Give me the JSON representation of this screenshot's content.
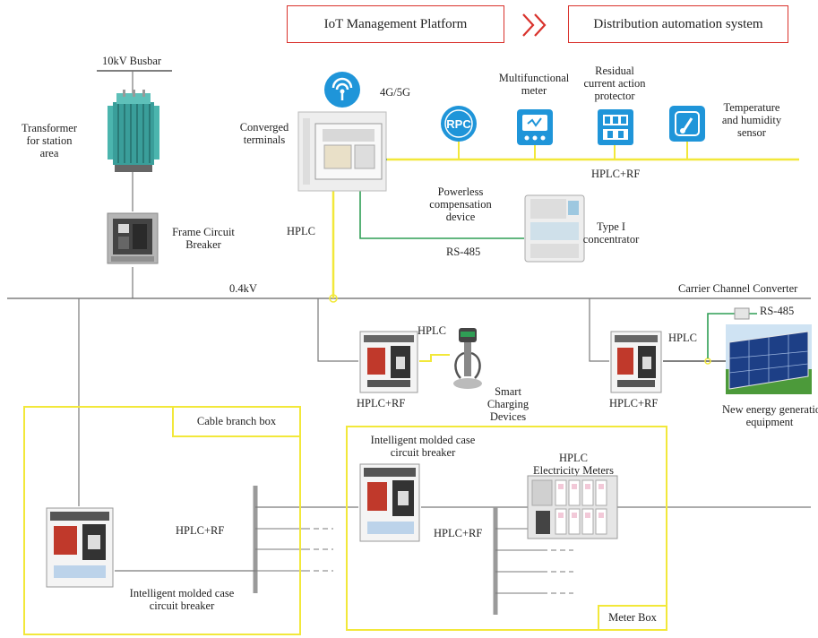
{
  "header": {
    "platform": "IoT Management Platform",
    "system": "Distribution automation system"
  },
  "labels": {
    "busbar": "10kV Busbar",
    "transformer": [
      "Transformer",
      "for station",
      "area"
    ],
    "frame_breaker": [
      "Frame Circuit",
      "Breaker"
    ],
    "converged": [
      "Converged",
      "terminals"
    ],
    "network": "4G/5G",
    "rpc_icon_text": "RPC",
    "multifunctional_meter": [
      "Multifunctional",
      "meter"
    ],
    "residual_protector": [
      "Residual",
      "current action",
      "protector"
    ],
    "temp_sensor": [
      "Temperature",
      "and humidity",
      "sensor"
    ],
    "hplc_rf_top": "HPLC+RF",
    "powerless_device": [
      "Powerless",
      "compensation",
      "device"
    ],
    "concentrator": [
      "Type I",
      "concentrator"
    ],
    "rs485_mid": "RS-485",
    "hplc_vertical": "HPLC",
    "voltage": "0.4kV",
    "carrier_converter": "Carrier Channel Converter",
    "rs485_right": "RS-485",
    "hplc_charging": "HPLC",
    "hplc_rf_charging": "HPLC+RF",
    "smart_charging": [
      "Smart",
      "Charging",
      "Devices"
    ],
    "hplc_solar": "HPLC",
    "hplc_rf_solar": "HPLC+RF",
    "new_energy": [
      "New energy generation",
      "equipment"
    ],
    "cable_branch_box": "Cable branch box",
    "hplc_rf_branch": "HPLC+RF",
    "molded_breaker_bottom": [
      "Intelligent molded case",
      "circuit breaker"
    ],
    "molded_breaker_meterbox": [
      "Intelligent molded case",
      "circuit breaker"
    ],
    "hplc_rf_meterbox": "HPLC+RF",
    "electricity_meters": [
      "HPLC",
      "Electricity Meters"
    ],
    "meter_box": "Meter Box"
  },
  "colors": {
    "header_border": "#d9322c",
    "yellow_line": "#f2e83a",
    "green_line": "#2f9e55",
    "blue_icon": "#1f95d9",
    "wire": "#7a7a7a"
  }
}
